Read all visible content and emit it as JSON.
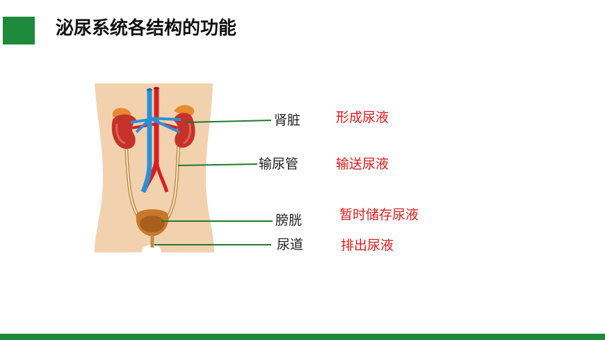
{
  "title": "泌尿系统各结构的功能",
  "colors": {
    "accent": "#1e8a3c",
    "function_text": "#e01a1a",
    "leader_line": "#1e7a2e"
  },
  "structures": [
    {
      "name": "肾脏",
      "function": "形成尿液"
    },
    {
      "name": "输尿管",
      "function": "输送尿液"
    },
    {
      "name": "膀胱",
      "function": "暂时储存尿液"
    },
    {
      "name": "尿道",
      "function": "排出尿液"
    }
  ]
}
